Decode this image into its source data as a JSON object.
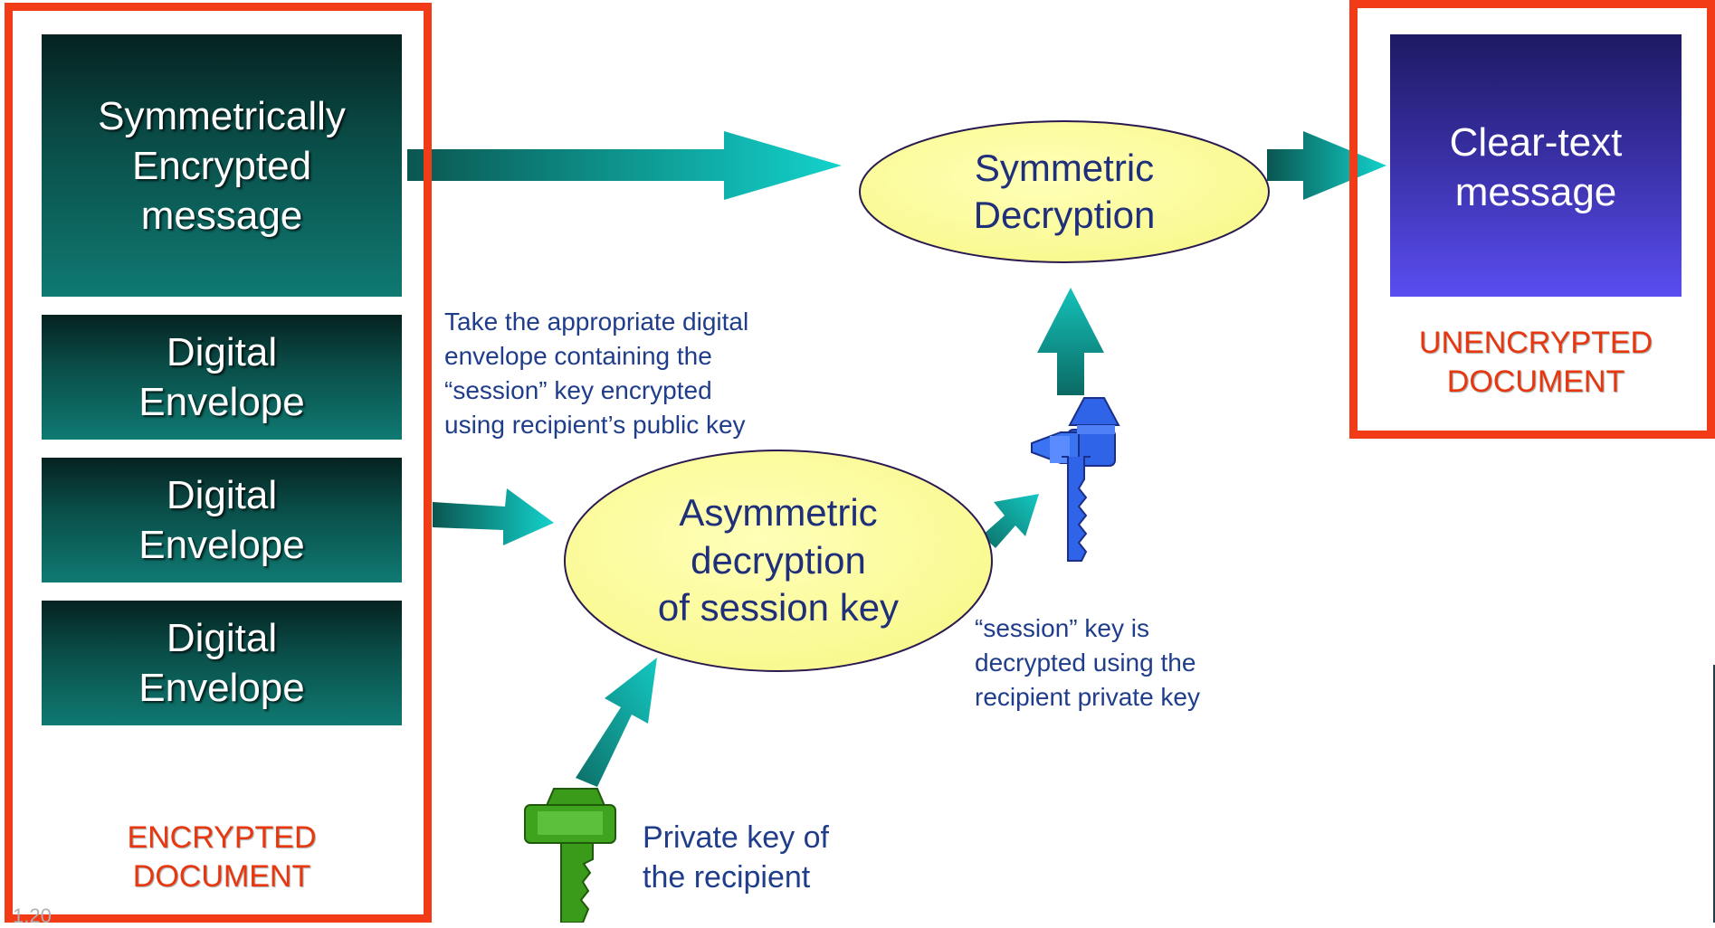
{
  "encrypted_section": {
    "message_box": "Symmetrically\nEncrypted\nmessage",
    "envelopes": [
      "Digital\nEnvelope",
      "Digital\nEnvelope",
      "Digital\nEnvelope"
    ],
    "label": "ENCRYPTED\nDOCUMENT"
  },
  "process": {
    "symmetric": "Symmetric\nDecryption",
    "asymmetric": "Asymmetric\ndecryption\nof session key"
  },
  "notes": {
    "envelope_note": "Take the appropriate digital\nenvelope containing the\n“session” key encrypted\nusing recipient’s public key",
    "session_note": "“session” key is\ndecrypted using the\nrecipient private key",
    "private_key": "Private key of\nthe recipient"
  },
  "unencrypted_section": {
    "message_box": "Clear-text\nmessage",
    "label": "UNENCRYPTED\nDOCUMENT"
  },
  "page_number": "1.20",
  "colors": {
    "frame_red": "#f23b17",
    "arrow_teal": "#12c6c2",
    "ellipse_fill": "#ffff99",
    "key_blue": "#2f63e8",
    "key_green": "#3a9a1a"
  },
  "icons": [
    "session-key-icon",
    "private-key-icon"
  ]
}
